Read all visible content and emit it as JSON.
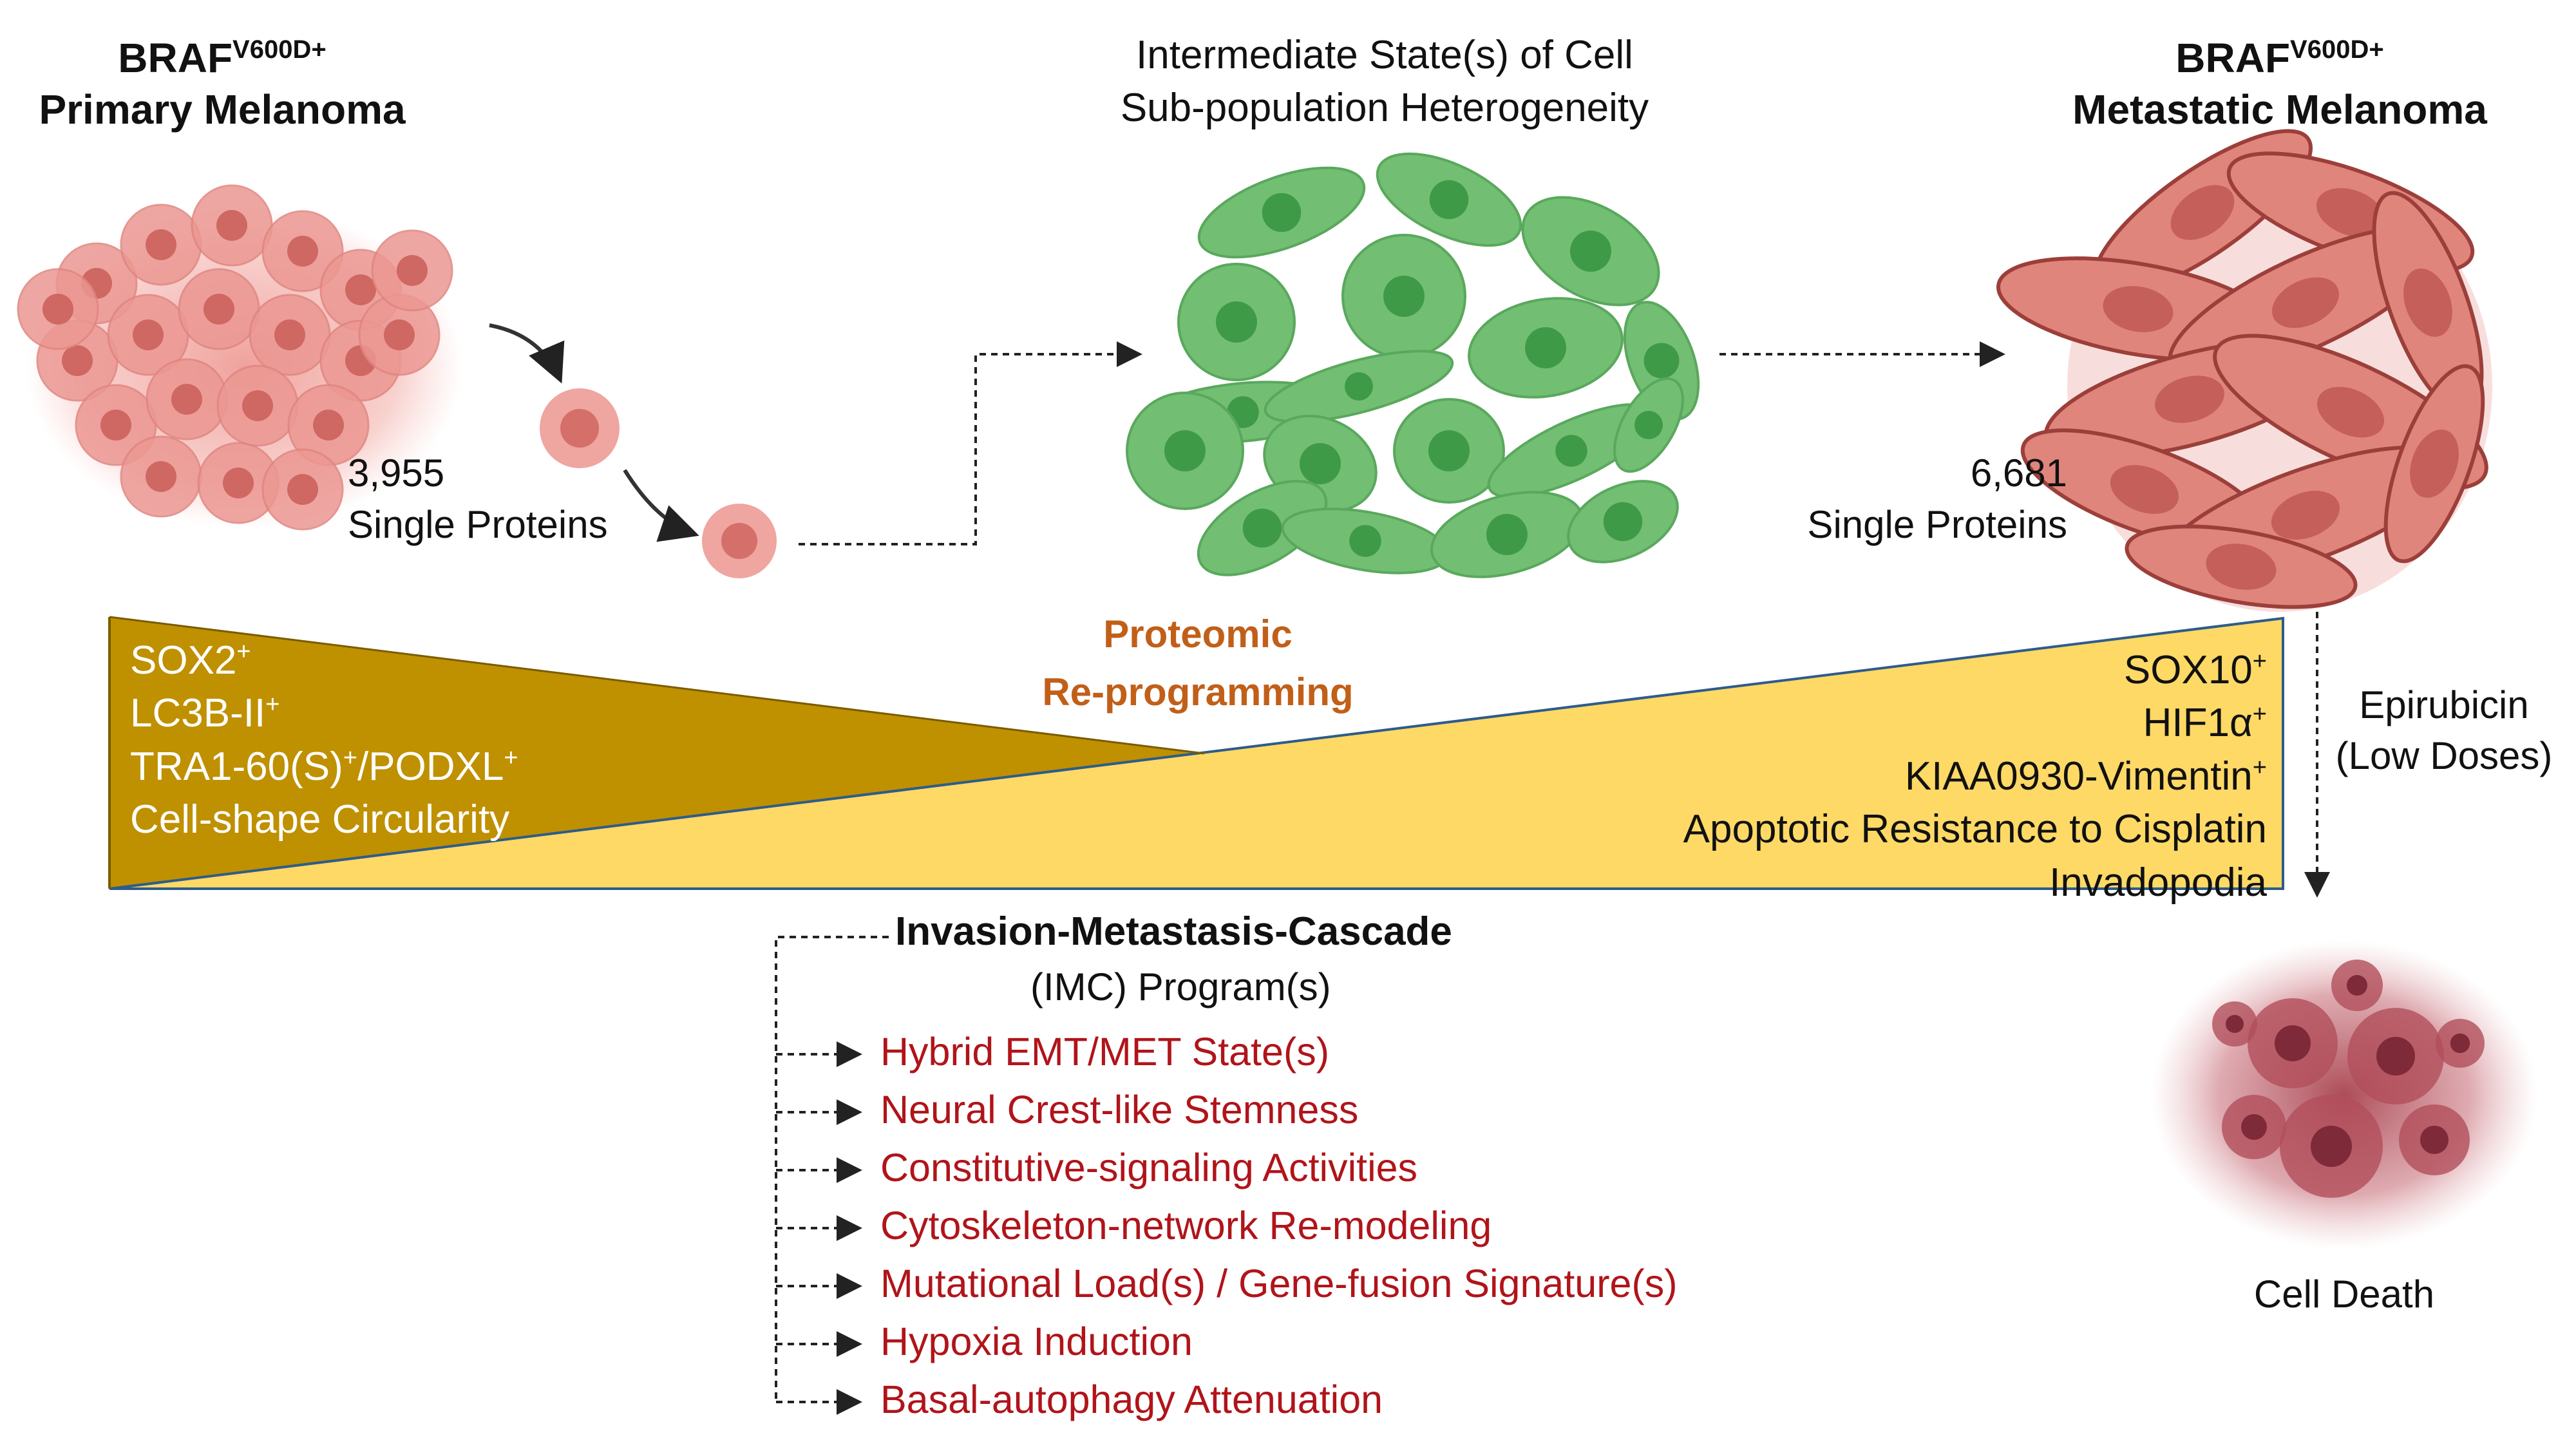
{
  "primary": {
    "title_main": "BRAF",
    "title_sup": "V600D+",
    "title_line2": "Primary Melanoma",
    "count": "3,955",
    "count_label": "Single Proteins"
  },
  "intermediate": {
    "line1": "Intermediate State(s) of Cell",
    "line2": "Sub-population Heterogeneity"
  },
  "metastatic": {
    "title_main": "BRAF",
    "title_sup": "V600D+",
    "title_line2": "Metastatic Melanoma",
    "count": "6,681",
    "count_label": "Single Proteins"
  },
  "reprogramming": {
    "line1": "Proteomic",
    "line2": "Re-programming"
  },
  "left_markers": [
    {
      "text": "SOX2",
      "sup": "+"
    },
    {
      "text": "LC3B-II",
      "sup": "+"
    },
    {
      "text": "TRA1-60(S)",
      "sup": "+",
      "text2": "/PODXL",
      "sup2": "+"
    },
    {
      "text": "Cell-shape Circularity",
      "sup": ""
    }
  ],
  "right_markers": [
    {
      "text": "SOX10",
      "sup": "+"
    },
    {
      "text": "HIF1α",
      "sup": "+"
    },
    {
      "text": "KIAA0930-Vimentin",
      "sup": "+"
    },
    {
      "text": "Apoptotic Resistance to Cisplatin",
      "sup": ""
    },
    {
      "text": "Invadopodia",
      "sup": ""
    }
  ],
  "treatment": {
    "line1": "Epirubicin",
    "line2": "(Low Doses)"
  },
  "cell_death": "Cell Death",
  "cascade": {
    "title": "Invasion-Metastasis-Cascade",
    "subtitle": "(IMC) Program(s)",
    "items": [
      "Hybrid EMT/MET State(s)",
      "Neural Crest-like Stemness",
      "Constitutive-signaling Activities",
      "Cytoskeleton-network Re-modeling",
      "Mutational Load(s) / Gene-fusion Signature(s)",
      "Hypoxia Induction",
      "Basal-autophagy Attenuation"
    ]
  },
  "colors": {
    "left_wedge": "#bf9000",
    "right_wedge": "#ffd966",
    "wedge_edge": "#2e5c8a",
    "primary_cell": "#e8928e",
    "primary_nucleus": "#d06a66",
    "green_cell": "#6cbb6e",
    "green_nucleus": "#3f9a48",
    "metastatic_cell": "#e0857c",
    "metastatic_edge": "#9c3f3a",
    "death_cell": "#b9525f",
    "reprogramming_text": "#c15f19",
    "cascade_text": "#b0141a"
  }
}
